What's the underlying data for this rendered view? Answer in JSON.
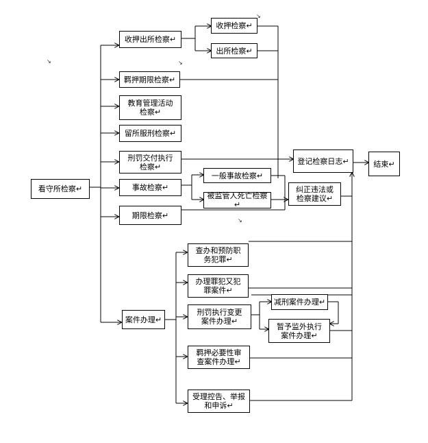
{
  "flowchart": {
    "root": "看守所检察↵",
    "branches": {
      "custody_exit": "收押出所检察↵",
      "custody": "收押检察↵",
      "exit": "出所检察↵",
      "detention_period": "羁押期限检察↵",
      "education": "教育管理活动\n检察↵",
      "sentence_serving": "留所服刑检察↵",
      "penalty_delivery": "刑罚交付执行\n检察↵",
      "accident": "事故检察↵",
      "general_accident": "一般事故检察↵",
      "death": "被监管人死亡检察↵",
      "period": "期限检察↵",
      "case_handling": "案件办理↵"
    },
    "cases": {
      "duty_crime": "查办和预防职\n务犯罪↵",
      "recidivism": "办理罪犯又犯\n罪案件↵",
      "penalty_change": "刑罚执行变更\n案件办理↵",
      "reduction": "减刑案件办理↵",
      "temp_outside": "暂予监外执行\n案件办理↵",
      "necessity": "羁押必要性审\n查案件办理↵",
      "complaint": "受理控告、举报\n和申诉↵"
    },
    "outputs": {
      "log": "登记检察日志↵",
      "correction": "纠正违法或\n检察建议↵",
      "end": "结束↵"
    }
  }
}
